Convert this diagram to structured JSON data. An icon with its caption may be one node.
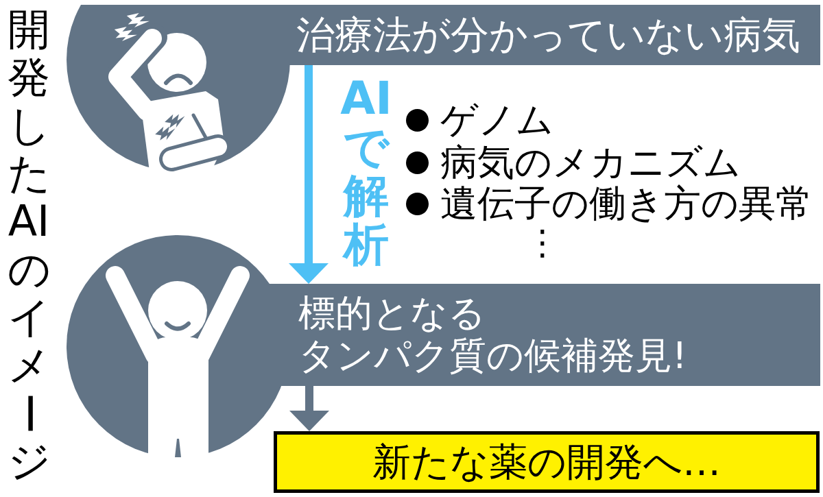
{
  "diagram": {
    "title": "開発したAIのイメージ",
    "nodes": [
      {
        "text": [
          "治療法が分かっていない病気"
        ]
      },
      {
        "text": [
          "標的となるタンパク質の候補発見!"
        ]
      },
      {
        "text": [
          "新たな薬の開発へ…"
        ]
      }
    ],
    "edges": [
      {
        "from": 0,
        "to": 1,
        "arrow": "to",
        "label": "AIで解析",
        "color": "#4ec0f5"
      },
      {
        "from": 1,
        "to": 2,
        "arrow": "to",
        "color": "#627486"
      }
    ],
    "labels": [
      "ゲノム",
      "病気のメカニズム",
      "遺伝子の働き方の異常",
      "⋮"
    ]
  }
}
